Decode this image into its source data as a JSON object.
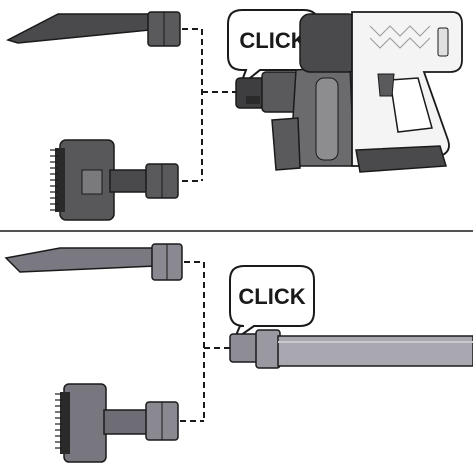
{
  "panels": [
    {
      "id": "handheld",
      "callout": {
        "label": "CLICK"
      },
      "accessories": [
        "crevice-tool",
        "brush-tool"
      ],
      "target": "handheld-vacuum-body"
    },
    {
      "id": "extension",
      "callout": {
        "label": "CLICK"
      },
      "accessories": [
        "crevice-tool",
        "brush-tool"
      ],
      "target": "extension-tube"
    }
  ],
  "colors": {
    "dark_gray": "#4a4a4c",
    "mid_gray": "#6b6b6e",
    "tube_gray": "#a9a7b0",
    "outline": "#1a1a1a",
    "white_body": "#f4f4f4"
  }
}
